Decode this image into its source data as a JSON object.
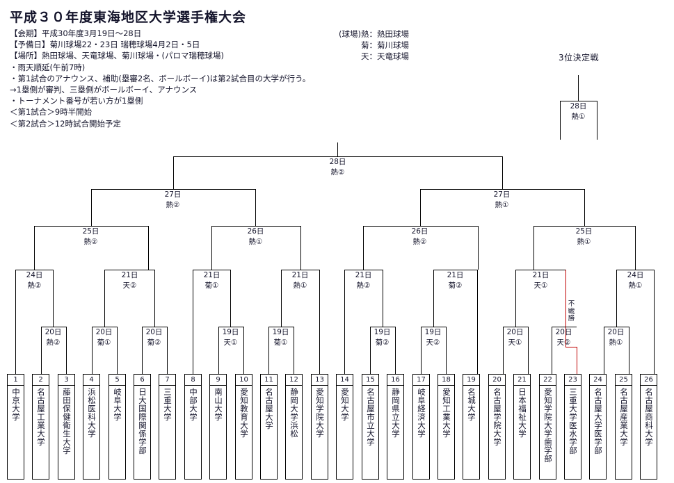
{
  "header": {
    "title": "平成３０年度東海地区大学選手権大会",
    "info_lines": [
      "【会期】平成30年度3月19日〜28日",
      "【予備日】菊川球場22・23日  瑞穂球場4月2日・5日",
      "【場所】熱田球場、天竜球場、菊川球場・(パロマ瑞穂球場)",
      "・雨天順延(午前7時)",
      "・第1試合のアナウンス、補助(塁審2名、ボールボーイ)は第2試合目の大学が行う。",
      "→1塁側が審判、三塁側がボールボーイ、アナウンス",
      "・トーナメント番号が若い方が1塁側",
      "＜第1試合＞9時半開始",
      "＜第2試合＞12時試合開始予定"
    ],
    "venue_legend": [
      "(球場)熱：熱田球場",
      "菊：菊川球場",
      "天：天竜球場"
    ],
    "third_place_label": "3位決定戦"
  },
  "third_place_match": {
    "date": "28日",
    "venue": "熱①"
  },
  "final": {
    "date": "28日",
    "venue": "熱②"
  },
  "semifinals": [
    {
      "date": "27日",
      "venue": "熱②"
    },
    {
      "date": "27日",
      "venue": "熱①"
    }
  ],
  "quarterfinals": [
    {
      "date": "25日",
      "venue": "熱②"
    },
    {
      "date": "26日",
      "venue": "熱①"
    },
    {
      "date": "26日",
      "venue": "熱②"
    },
    {
      "date": "25日",
      "venue": "熱①"
    }
  ],
  "round16": [
    {
      "date": "24日",
      "venue": "熱②"
    },
    {
      "date": "21日",
      "venue": "天②"
    },
    {
      "date": "21日",
      "venue": "菊①"
    },
    {
      "date": "21日",
      "venue": "熱①"
    },
    {
      "date": "21日",
      "venue": "熱②"
    },
    {
      "date": "21日",
      "venue": "菊②"
    },
    {
      "date": "21日",
      "venue": "天①"
    },
    {
      "date": "24日",
      "venue": "熱①"
    }
  ],
  "round32": [
    {
      "date": "20日",
      "venue": "熱②"
    },
    {
      "date": "20日",
      "venue": "菊①"
    },
    {
      "date": "20日",
      "venue": "菊②"
    },
    {
      "date": "19日",
      "venue": "天①"
    },
    {
      "date": "19日",
      "venue": "菊①"
    },
    {
      "date": "19日",
      "venue": "菊②"
    },
    {
      "date": "19日",
      "venue": "天②"
    },
    {
      "date": "20日",
      "venue": "天①"
    },
    {
      "date": "20日",
      "venue": "天②"
    },
    {
      "date": "20日",
      "venue": "熱①"
    }
  ],
  "walkover_label": "不戦勝",
  "walkover_color": "#c00000",
  "teams": [
    {
      "seed": "1",
      "name": "中京大学"
    },
    {
      "seed": "2",
      "name": "名古屋工業大学"
    },
    {
      "seed": "3",
      "name": "藤田保健衛生大学"
    },
    {
      "seed": "4",
      "name": "浜松医科大学"
    },
    {
      "seed": "5",
      "name": "岐阜大学"
    },
    {
      "seed": "6",
      "name": "日大国際関係学部"
    },
    {
      "seed": "7",
      "name": "三重大学"
    },
    {
      "seed": "8",
      "name": "中部大学"
    },
    {
      "seed": "9",
      "name": "南山大学"
    },
    {
      "seed": "10",
      "name": "愛知教育大学"
    },
    {
      "seed": "11",
      "name": "名古屋大学"
    },
    {
      "seed": "12",
      "name": "静岡大学浜松"
    },
    {
      "seed": "13",
      "name": "愛知学院大学"
    },
    {
      "seed": "14",
      "name": "愛知大学"
    },
    {
      "seed": "15",
      "name": "名古屋市立大学"
    },
    {
      "seed": "16",
      "name": "静岡県立大学"
    },
    {
      "seed": "17",
      "name": "岐阜経済大学"
    },
    {
      "seed": "18",
      "name": "愛知工業大学"
    },
    {
      "seed": "19",
      "name": "名城大学"
    },
    {
      "seed": "20",
      "name": "名古屋学院大学"
    },
    {
      "seed": "21",
      "name": "日本福祉大学"
    },
    {
      "seed": "22",
      "name": "愛知学院大学歯学部"
    },
    {
      "seed": "23",
      "name": "三重大学医水学部"
    },
    {
      "seed": "24",
      "name": "名古屋大学医学部"
    },
    {
      "seed": "25",
      "name": "名古屋産業大学"
    },
    {
      "seed": "26",
      "name": "名古屋商科大学"
    }
  ]
}
